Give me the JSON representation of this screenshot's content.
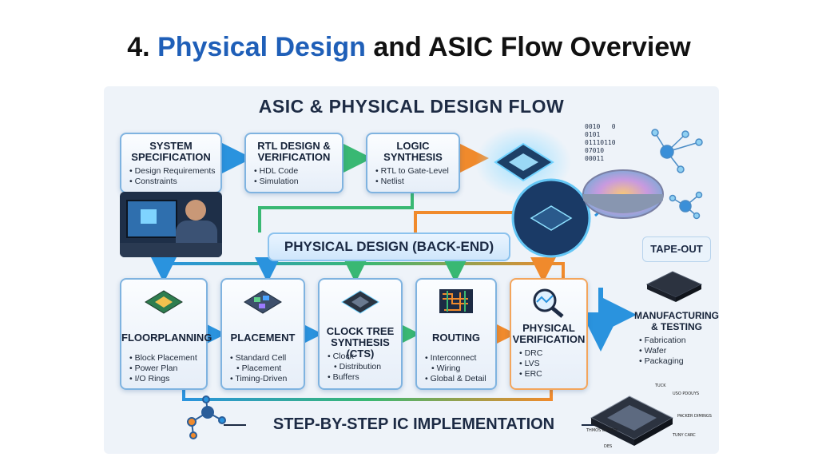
{
  "page_title": {
    "number": "4.",
    "highlight": "Physical Design",
    "rest": "and ASIC Flow Overview"
  },
  "flow_title": "ASIC & PHYSICAL DESIGN FLOW",
  "front_end": [
    {
      "title_l1": "SYSTEM",
      "title_l2": "SPECIFICATION",
      "items": [
        "Design Requirements",
        "Constraints"
      ]
    },
    {
      "title_l1": "RTL DESIGN &",
      "title_l2": "VERIFICATION",
      "items": [
        "HDL Code",
        "Simulation"
      ]
    },
    {
      "title_l1": "LOGIC",
      "title_l2": "SYNTHESIS",
      "items": [
        "RTL to Gate-Level",
        "Netlist"
      ]
    }
  ],
  "back_end_banner": "PHYSICAL DESIGN (BACK-END)",
  "back_end": [
    {
      "title_l1": "FLOORPLANNING",
      "title_l2": "",
      "items": [
        "Block Placement",
        "Power Plan",
        "I/O Rings"
      ]
    },
    {
      "title_l1": "PLACEMENT",
      "title_l2": "",
      "items": [
        "Standard Cell",
        "Placement",
        "Timing-Driven"
      ]
    },
    {
      "title_l1": "CLOCK TREE",
      "title_l2": "SYNTHESIS (CTS)",
      "items": [
        "Clock",
        "Distribution",
        "Buffers"
      ]
    },
    {
      "title_l1": "ROUTING",
      "title_l2": "",
      "items": [
        "Interconnect",
        "Wiring",
        "Global & Detail"
      ]
    },
    {
      "title_l1": "PHYSICAL",
      "title_l2": "VERIFICATION",
      "items": [
        "DRC",
        "LVS",
        "ERC"
      ]
    }
  ],
  "tape_out": "TAPE-OUT",
  "manufacturing": {
    "title_l1": "MANUFACTURING",
    "title_l2": "& TESTING",
    "items": [
      "Fabrication",
      "Wafer",
      "Packaging"
    ]
  },
  "bottom_caption": "STEP-BY-STEP IC IMPLEMENTATION",
  "binary_lines": [
    "0010   0",
    "0101",
    "01110110",
    "07010",
    "00011"
  ],
  "chip_labels": [
    "TUCK",
    "USO PDOUYS",
    "PACKER DIMINGS",
    "TUNY CARC",
    "THMOS DATIGN",
    "DES"
  ],
  "colors": {
    "title_blue": "#1f5fb8",
    "arrow_blue": "#2a93de",
    "arrow_green": "#39b873",
    "arrow_orange": "#f08a2c",
    "card_border": "#7fb3e0"
  }
}
